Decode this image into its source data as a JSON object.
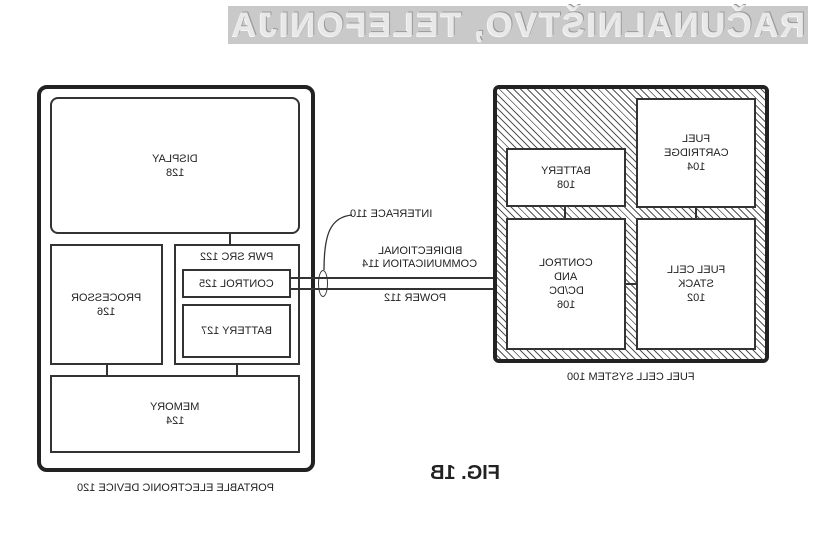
{
  "watermark": "RAČUNALNIŠTVO, TELEFONIJA",
  "figure_label": "FIG. 1B",
  "portable_device": {
    "label": "PORTABLE ELECTRONIC DEVICE 120",
    "display": {
      "name": "DISPLAY",
      "ref": "128"
    },
    "processor": {
      "name": "PROCESSOR",
      "ref": "126"
    },
    "power_source": {
      "name": "PWR SRC 122",
      "control": "CONTROL 125",
      "battery": "BATTERY 127"
    },
    "memory": {
      "name": "MEMORY",
      "ref": "124"
    }
  },
  "interface": {
    "label": "INTERFACE 110",
    "communication_line1": "BIDIRECTIONAL",
    "communication_line2": "COMMUNICATION 114",
    "power": "POWER 112"
  },
  "fuel_cell_system": {
    "label": "FUEL CELL SYSTEM 100",
    "battery": {
      "name": "BATTERY",
      "ref": "108"
    },
    "cartridge": {
      "line1": "FUEL",
      "line2": "CARTRIDGE",
      "ref": "104"
    },
    "control": {
      "line1": "CONTROL",
      "line2": "AND",
      "line3": "DC/DC",
      "ref": "106"
    },
    "stack": {
      "line1": "FUEL CELL",
      "line2": "STACK",
      "ref": "102"
    }
  }
}
